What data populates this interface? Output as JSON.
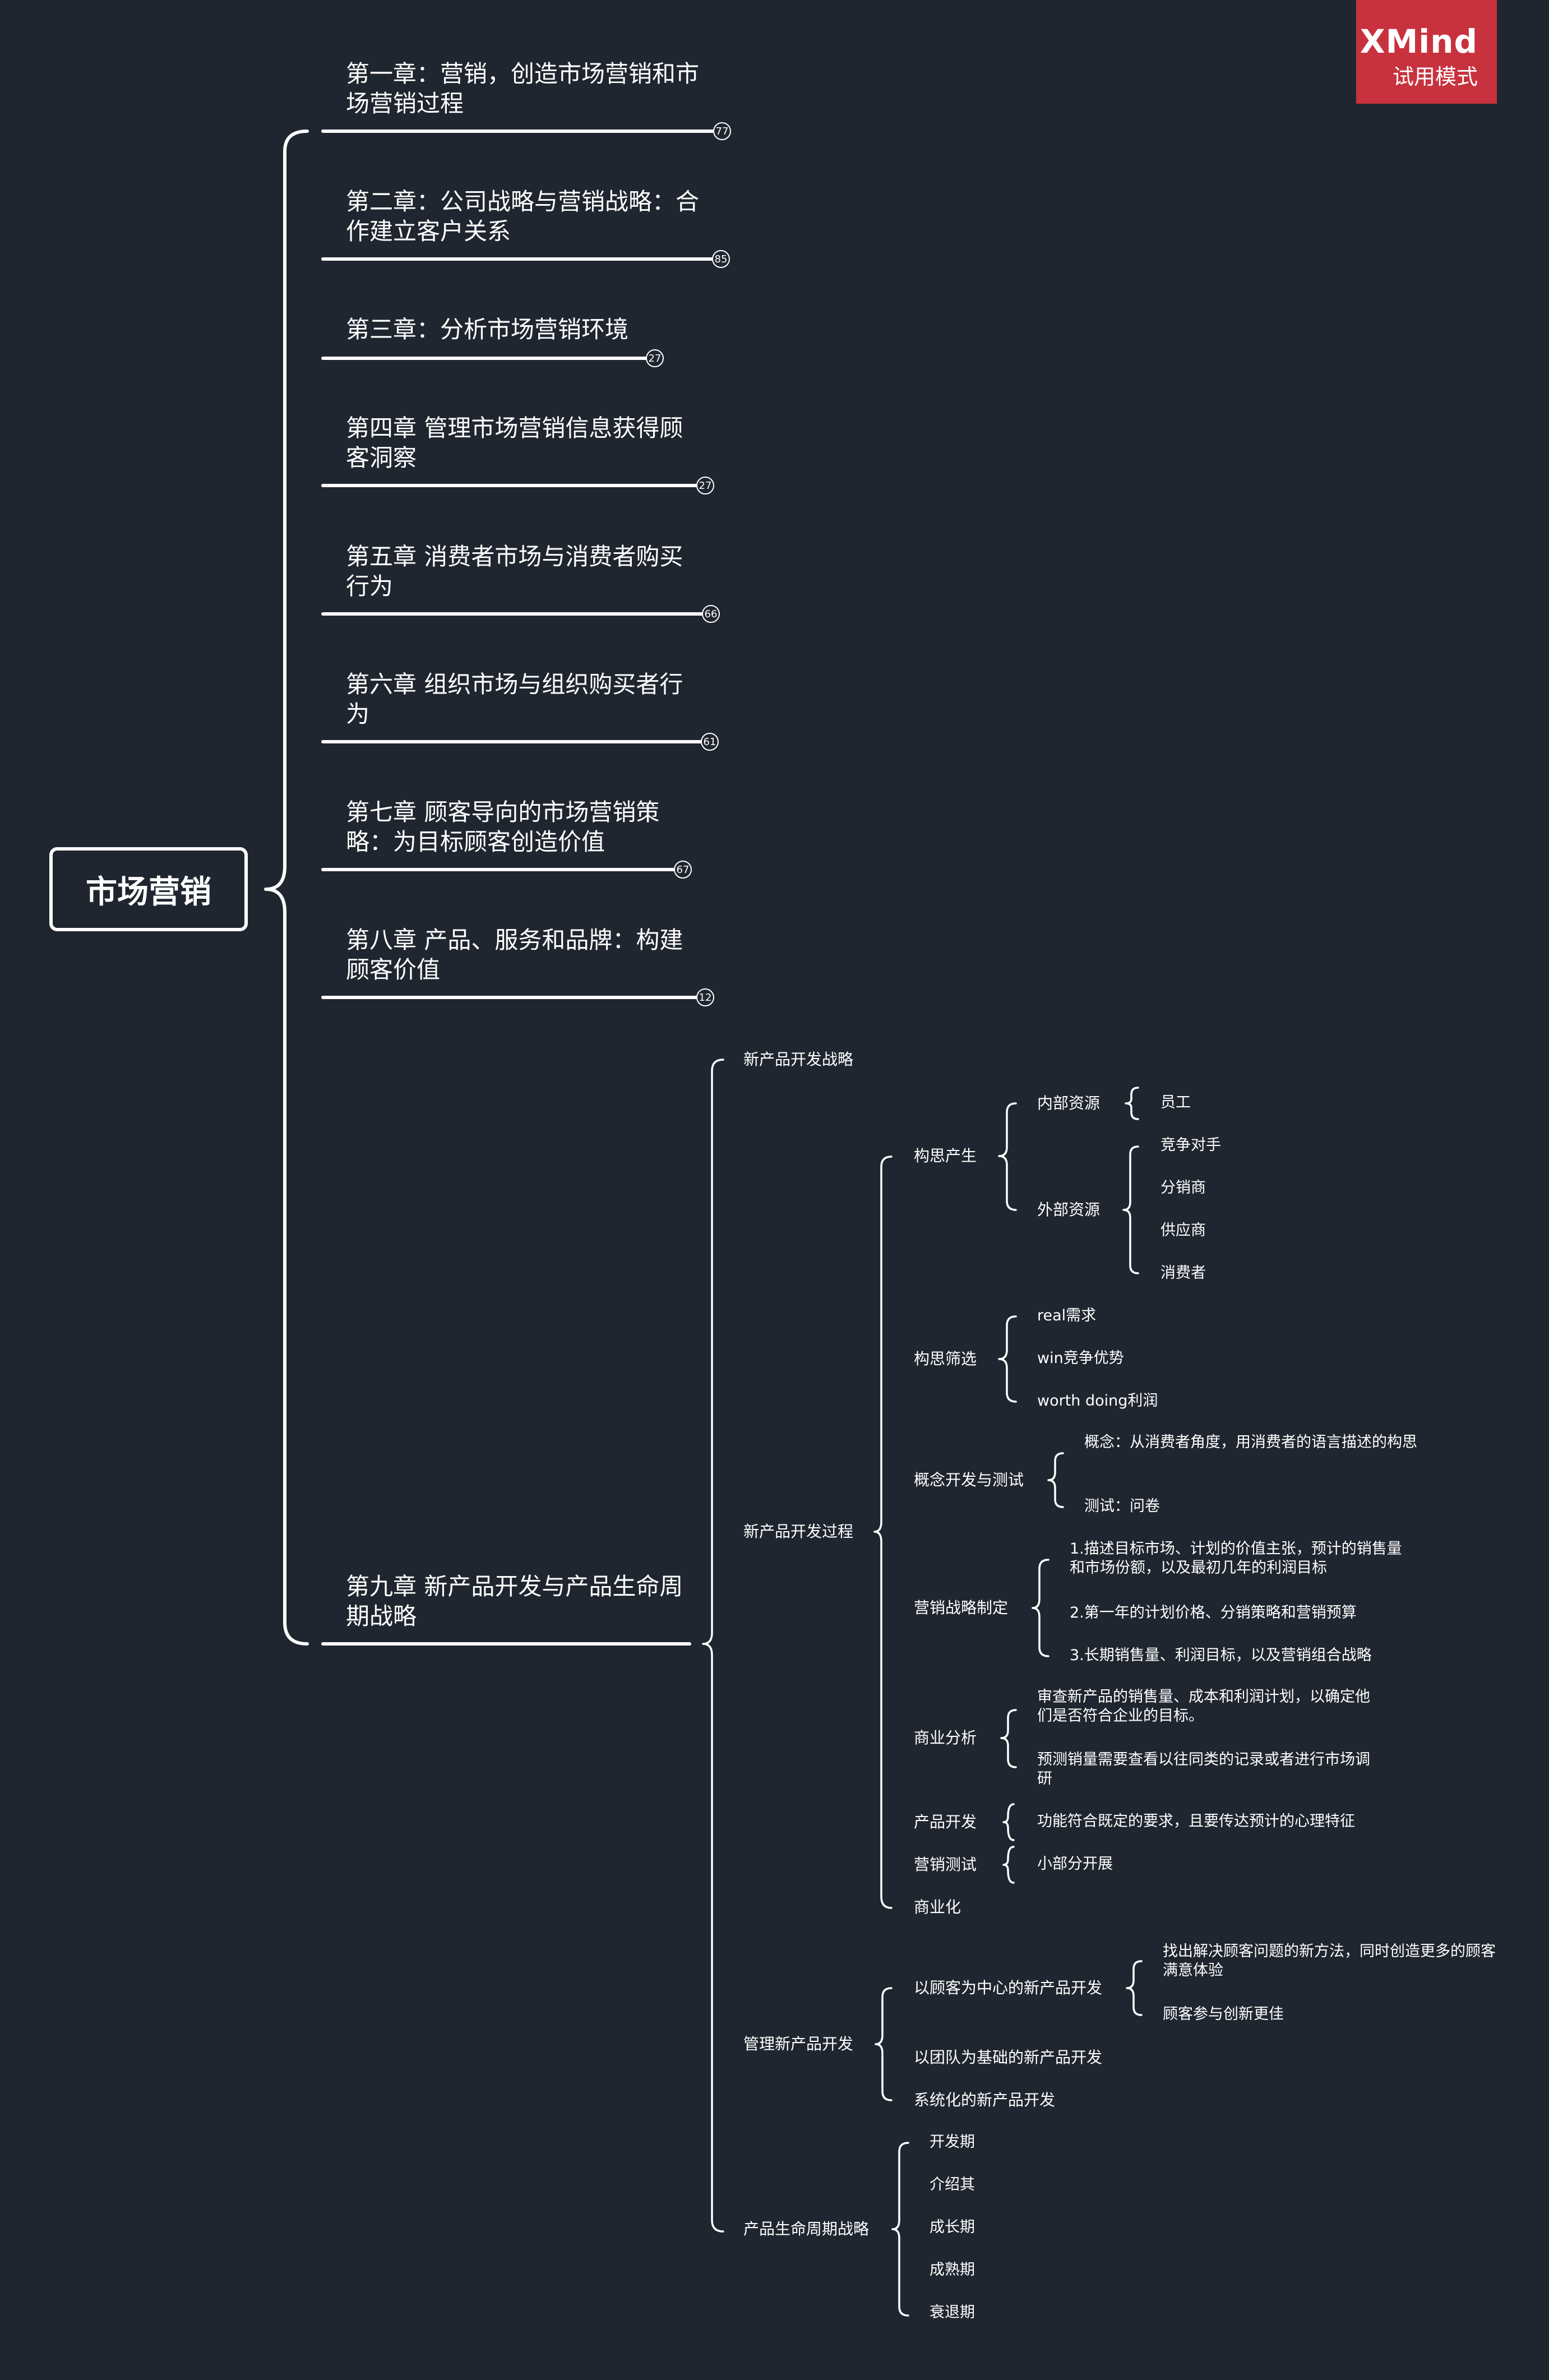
{
  "root": "市场营销",
  "watermark": {
    "brand": "XMind",
    "mode": "试用模式"
  },
  "chapters": [
    {
      "text": "第一章：营销，创造市场营销和市场营销过程",
      "badge": "77"
    },
    {
      "text": "第二章：公司战略与营销战略：合作建立客户关系",
      "badge": "85"
    },
    {
      "text": "第三章：分析市场营销环境",
      "badge": "27"
    },
    {
      "text": "第四章 管理市场营销信息获得顾客洞察",
      "badge": "27"
    },
    {
      "text": "第五章  消费者市场与消费者购买行为",
      "badge": "66"
    },
    {
      "text": "第六章  组织市场与组织购买者行为",
      "badge": "61"
    },
    {
      "text": "第七章 顾客导向的市场营销策略：为目标顾客创造价值",
      "badge": "67"
    },
    {
      "text": "第八章 产品、服务和品牌：构建顾客价值",
      "badge": "12"
    },
    {
      "text": "第九章 新产品开发与产品生命周期战略"
    }
  ],
  "ch9": {
    "strategy": "新产品开发战略",
    "process": {
      "label": "新产品开发过程",
      "idea": {
        "label": "构思产生",
        "internal": {
          "label": "内部资源",
          "items": [
            "员工"
          ]
        },
        "external": {
          "label": "外部资源",
          "items": [
            "竞争对手",
            "分销商",
            "供应商",
            "消费者"
          ]
        }
      },
      "screening": {
        "label": "构思筛选",
        "items": [
          "real需求",
          "win竞争优势",
          "worth doing利润"
        ]
      },
      "concept": {
        "label": "概念开发与测试",
        "items": [
          "概念：从消费者角度，用消费者的语言描述的构思",
          "测试：问卷"
        ]
      },
      "marketing_strategy": {
        "label": "营销战略制定",
        "items": [
          "1.描述目标市场、计划的价值主张，预计的销售量和市场份额，以及最初几年的利润目标",
          "2.第一年的计划价格、分销策略和营销预算",
          "3.长期销售量、利润目标，以及营销组合战略"
        ]
      },
      "business": {
        "label": "商业分析",
        "items": [
          "审查新产品的销售量、成本和利润计划，以确定他们是否符合企业的目标。",
          "预测销量需要查看以往同类的记录或者进行市场调研"
        ]
      },
      "development": {
        "label": "产品开发",
        "items": [
          "功能符合既定的要求，且要传达预计的心理特征"
        ]
      },
      "test": {
        "label": "营销测试",
        "items": [
          "小部分开展"
        ]
      },
      "commercial": {
        "label": "商业化"
      }
    },
    "management": {
      "label": "管理新产品开发",
      "customer": {
        "label": "以顾客为中心的新产品开发",
        "items": [
          "找出解决顾客问题的新方法，同时创造更多的顾客满意体验",
          "顾客参与创新更佳"
        ]
      },
      "team": "以团队为基础的新产品开发",
      "system": "系统化的新产品开发"
    },
    "lifecycle": {
      "label": "产品生命周期战略",
      "items": [
        "开发期",
        "介绍其",
        "成长期",
        "成熟期",
        "衰退期"
      ]
    }
  }
}
